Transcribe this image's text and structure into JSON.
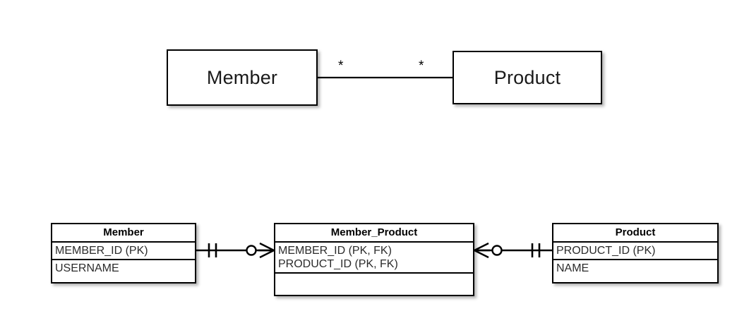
{
  "diagram": {
    "background_color": "#ffffff",
    "line_color": "#000000",
    "box_fill": "#ffffff"
  },
  "conceptual": {
    "member_entity": "Member",
    "product_entity": "Product",
    "multiplicity_left": "*",
    "multiplicity_right": "*"
  },
  "relational": {
    "member_table": {
      "title": "Member",
      "rows": [
        "MEMBER_ID (PK)",
        "USERNAME"
      ]
    },
    "member_product_table": {
      "title": "Member_Product",
      "rows": [
        "MEMBER_ID (PK, FK)\nPRODUCT_ID (PK, FK)",
        ""
      ]
    },
    "product_table": {
      "title": "Product",
      "rows": [
        "PRODUCT_ID (PK)",
        "NAME"
      ]
    },
    "connector_left": {
      "parent_end": "one-and-only-one",
      "child_end": "zero-or-many"
    },
    "connector_right": {
      "parent_end": "one-and-only-one",
      "child_end": "zero-or-many"
    }
  }
}
